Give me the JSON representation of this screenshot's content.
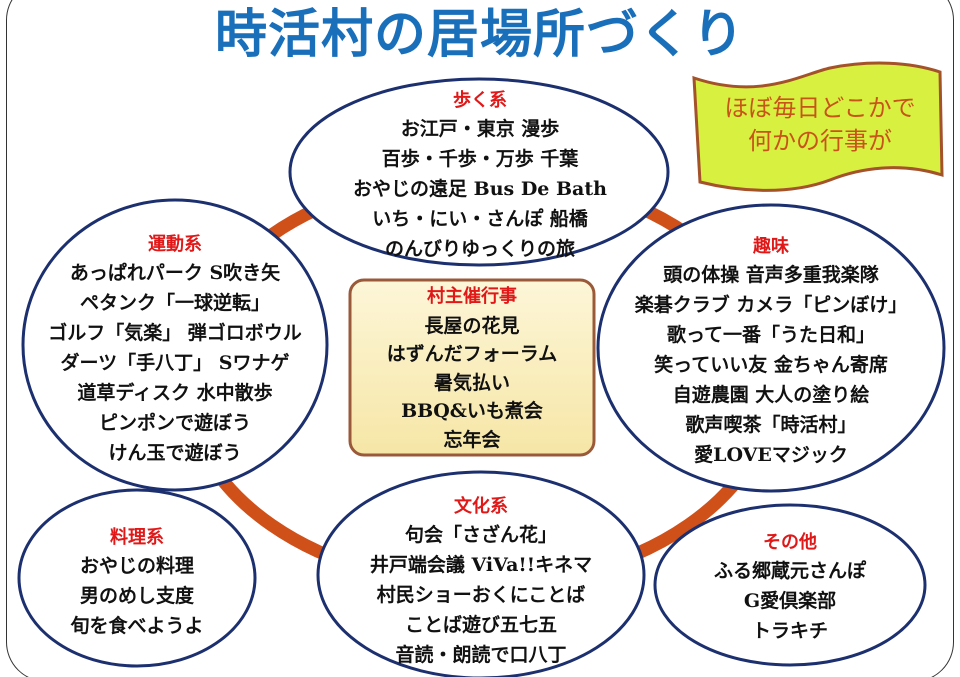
{
  "title": "時活村の居場所づくり",
  "banner": {
    "lines": [
      "ほぼ毎日どこかで",
      "何かの行事が"
    ]
  },
  "colors": {
    "title": "#1a6fba",
    "heading": "#e01818",
    "ring": "#d0501a",
    "ellipse_border": "#1c2f6e",
    "banner_fill": "#d8f040"
  },
  "center": {
    "heading": "村主催行事",
    "items": [
      "長屋の花見",
      "はずんだフォーラム",
      "暑気払い",
      "BBQ&いも煮会",
      "忘年会"
    ]
  },
  "groups": {
    "walk": {
      "heading": "歩く系",
      "items": [
        "お江戸・東京 漫歩",
        "百歩・千歩・万歩 千葉",
        "おやじの遠足 Bus De Bath",
        "いち・にい・さんぽ 船橋",
        "のんびりゆっくりの旅"
      ]
    },
    "sports": {
      "heading": "運動系",
      "items": [
        "あっぱれパーク S吹き矢",
        "ペタンク「一球逆転」",
        "ゴルフ「気楽」 弾ゴロボウル",
        "ダーツ「手八丁」 Sワナゲ",
        "道草ディスク 水中散歩",
        "ピンポンで遊ぼう",
        "けん玉で遊ぼう"
      ]
    },
    "hobby": {
      "heading": "趣味",
      "items": [
        "頭の体操 音声多重我楽隊",
        "楽碁クラブ カメラ「ピンぼけ」",
        "歌って一番「うた日和」",
        "笑っていい友 金ちゃん寄席",
        "自遊農園 大人の塗り絵",
        "歌声喫茶「時活村」",
        "愛LOVEマジック"
      ]
    },
    "cooking": {
      "heading": "料理系",
      "items": [
        "おやじの料理",
        "男のめし支度",
        "旬を食べようよ"
      ]
    },
    "culture": {
      "heading": "文化系",
      "items": [
        "句会「さざん花」",
        "井戸端会議 ViVa!!キネマ",
        "村民ショーおくにことば",
        "ことば遊び五七五",
        "音読・朗読で口八丁"
      ]
    },
    "other": {
      "heading": "その他",
      "items": [
        "ふる郷蔵元さんぽ",
        "G愛倶楽部",
        "トラキチ"
      ]
    }
  }
}
